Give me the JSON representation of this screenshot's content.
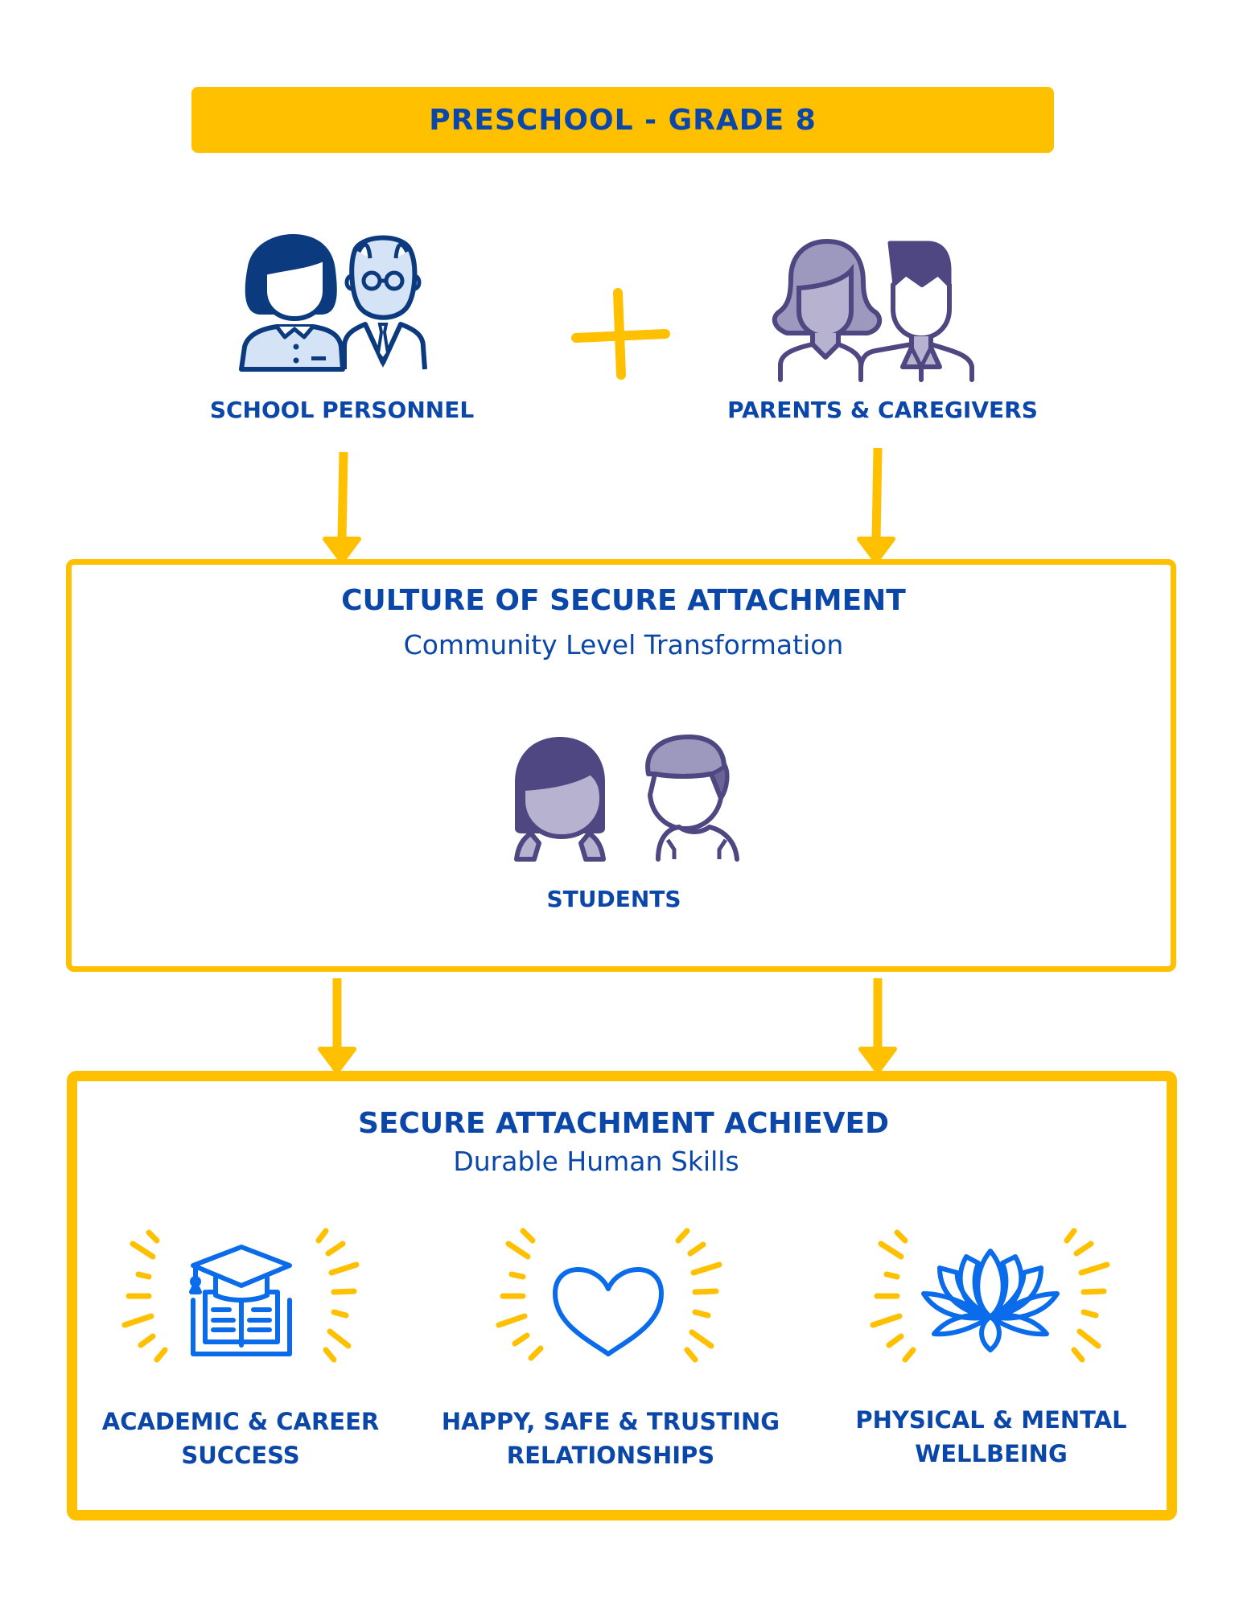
{
  "banner": {
    "label": "PRESCHOOL - GRADE 8"
  },
  "inputs": [
    {
      "label": "SCHOOL PERSONNEL",
      "icon": "school-personnel-icon"
    },
    {
      "label": "PARENTS & CAREGIVERS",
      "icon": "parents-icon"
    }
  ],
  "connector": {
    "symbol": "plus"
  },
  "culture": {
    "title": "CULTURE OF SECURE ATTACHMENT",
    "subtitle": "Community Level Transformation",
    "students_label": "STUDENTS"
  },
  "achieved": {
    "title": "SECURE ATTACHMENT ACHIEVED",
    "subtitle": "Durable Human Skills",
    "outcomes": [
      {
        "line1": "ACADEMIC & CAREER",
        "line2": "SUCCESS",
        "icon": "graduation-book-icon"
      },
      {
        "line1": "HAPPY, SAFE & TRUSTING",
        "line2": "RELATIONSHIPS",
        "icon": "heart-icon"
      },
      {
        "line1": "PHYSICAL & MENTAL",
        "line2": "WELLBEING",
        "icon": "lotus-icon"
      }
    ]
  },
  "colors": {
    "accent": "#FFC000",
    "text": "#0A47A9",
    "icon_blue": "#0A6CEB",
    "navy": "#0B3A7E",
    "purple": "#4F4781",
    "lavender": "#9D98BE"
  }
}
